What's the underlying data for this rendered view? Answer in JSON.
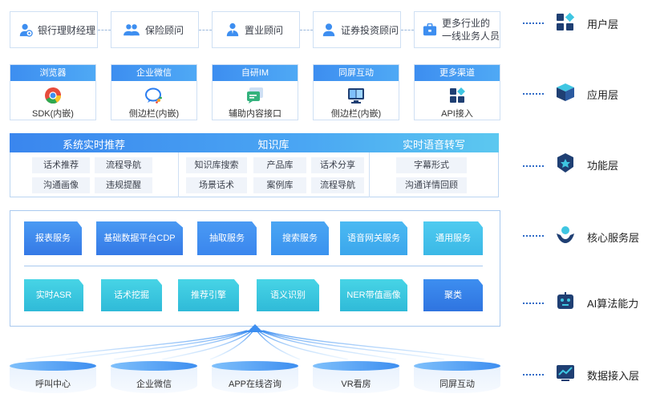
{
  "user_layer": {
    "items": [
      {
        "label": "银行理财经理",
        "icon": "bank-manager-icon"
      },
      {
        "label": "保险顾问",
        "icon": "users-icon"
      },
      {
        "label": "置业顾问",
        "icon": "agent-icon"
      },
      {
        "label": "证券投资顾问",
        "icon": "person-icon"
      },
      {
        "label": "更多行业的",
        "label2": "一线业务人员",
        "icon": "briefcase-icon"
      }
    ]
  },
  "app_layer": {
    "items": [
      {
        "header": "浏览器",
        "label": "SDK(内嵌)",
        "icon": "chrome-icon"
      },
      {
        "header": "企业微信",
        "label": "侧边栏(内嵌)",
        "icon": "wecom-icon"
      },
      {
        "header": "自研IM",
        "label": "辅助内容接口",
        "icon": "chat-icon"
      },
      {
        "header": "同屏互动",
        "label": "侧边栏(内嵌)",
        "icon": "screen-icon"
      },
      {
        "header": "更多渠道",
        "label": "API接入",
        "icon": "apps-icon"
      }
    ]
  },
  "function_layer": {
    "sections": [
      {
        "title": "系统实时推荐",
        "items": [
          "话术推荐",
          "流程导航",
          "沟通画像",
          "违规提醒"
        ]
      },
      {
        "title": "知识库",
        "items": [
          "知识库搜索",
          "产品库",
          "话术分享",
          "场景话术",
          "案例库",
          "流程导航"
        ]
      },
      {
        "title": "实时语音转写",
        "items": [
          "字幕形式",
          "沟通详情回顾"
        ]
      }
    ]
  },
  "core_services": [
    "报表服务",
    "基础数据平台CDP",
    "抽取服务",
    "搜索服务",
    "语音网关服务",
    "通用服务"
  ],
  "ai_algorithms": [
    "实时ASR",
    "话术挖掘",
    "推荐引擎",
    "语义识别",
    "NER带值画像",
    "聚类"
  ],
  "data_sources": [
    "呼叫中心",
    "企业微信",
    "APP在线咨询",
    "VR看房",
    "同屏互动"
  ],
  "layers": [
    {
      "label": "用户层",
      "icon": "user-layer-icon"
    },
    {
      "label": "应用层",
      "icon": "app-layer-icon"
    },
    {
      "label": "功能层",
      "icon": "function-layer-icon"
    },
    {
      "label": "核心服务层",
      "icon": "core-service-icon"
    },
    {
      "label": "AI算法能力",
      "icon": "robot-icon"
    },
    {
      "label": "数据接入层",
      "icon": "chart-monitor-icon"
    }
  ],
  "colors": {
    "primary": "#3d8ef0",
    "cyan": "#3fc6e2",
    "navy": "#1f3f73"
  }
}
